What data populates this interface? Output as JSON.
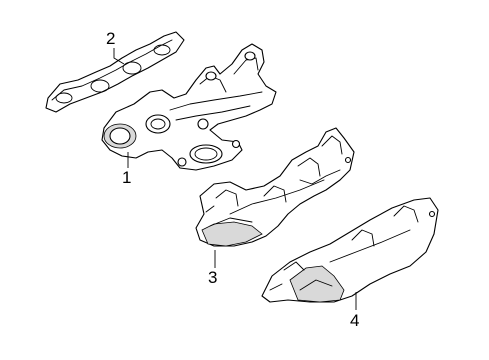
{
  "callouts": [
    {
      "id": "1",
      "part": "exhaust-manifold"
    },
    {
      "id": "2",
      "part": "manifold-gasket"
    },
    {
      "id": "3",
      "part": "upper-heat-shield"
    },
    {
      "id": "4",
      "part": "lower-heat-shield"
    }
  ],
  "colors": {
    "line": "#000000",
    "background": "#ffffff",
    "shade": "#d9d9d9"
  }
}
